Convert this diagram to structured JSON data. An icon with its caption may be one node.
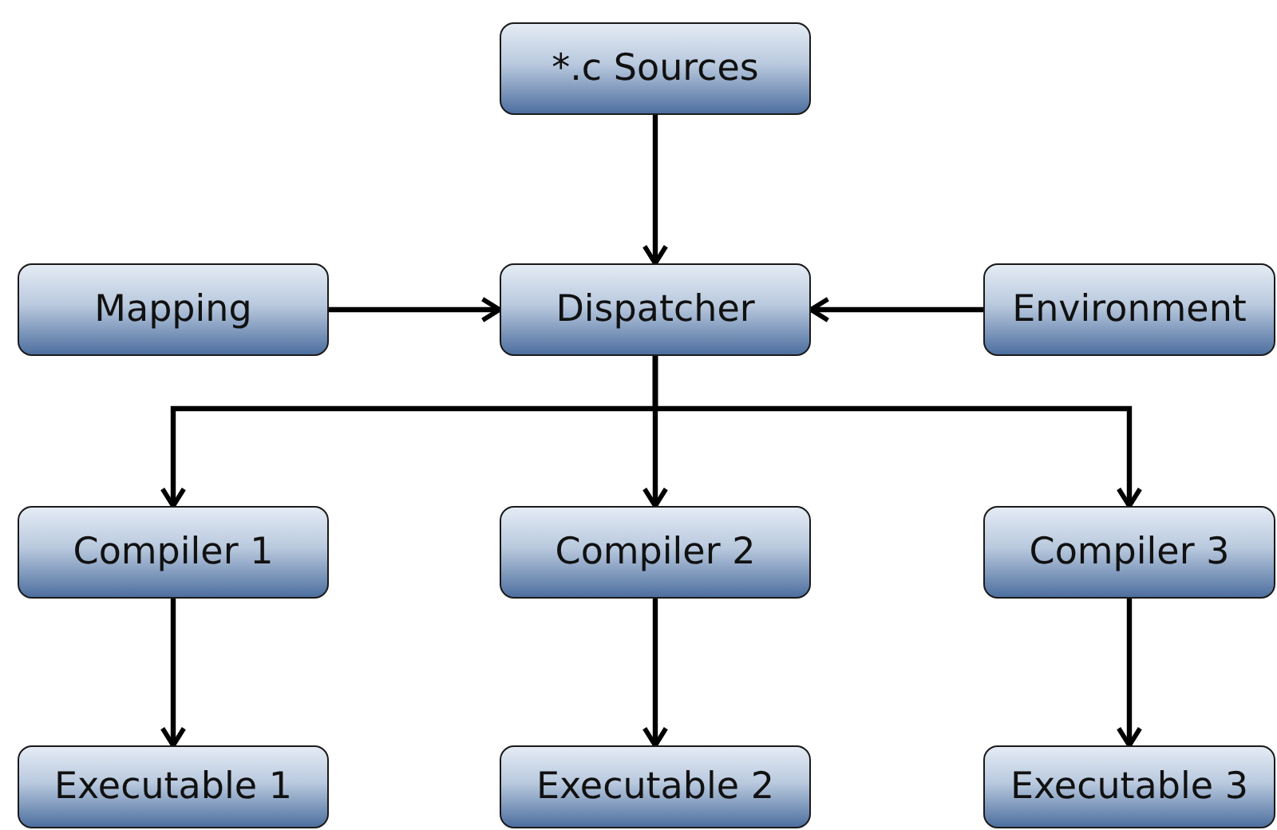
{
  "diagram": {
    "nodes": [
      {
        "text": [
          "*.c Sources"
        ]
      },
      {
        "text": [
          "Mapping"
        ]
      },
      {
        "text": [
          "Dispatcher"
        ]
      },
      {
        "text": [
          "Environment"
        ]
      },
      {
        "text": [
          "Compiler 1"
        ]
      },
      {
        "text": [
          "Compiler 2"
        ]
      },
      {
        "text": [
          "Compiler 3"
        ]
      },
      {
        "text": [
          "Executable 1"
        ]
      },
      {
        "text": [
          "Executable 2"
        ]
      },
      {
        "text": [
          "Executable 3"
        ]
      }
    ],
    "edges": [
      {
        "from": 0,
        "to": 2,
        "arrow": "to"
      },
      {
        "from": 1,
        "to": 2,
        "arrow": "to"
      },
      {
        "from": 3,
        "to": 2,
        "arrow": "to"
      },
      {
        "from": 2,
        "to": 4,
        "arrow": "to"
      },
      {
        "from": 2,
        "to": 5,
        "arrow": "to"
      },
      {
        "from": 2,
        "to": 6,
        "arrow": "to"
      },
      {
        "from": 4,
        "to": 7,
        "arrow": "to"
      },
      {
        "from": 5,
        "to": 8,
        "arrow": "to"
      },
      {
        "from": 6,
        "to": 9,
        "arrow": "to"
      }
    ]
  }
}
